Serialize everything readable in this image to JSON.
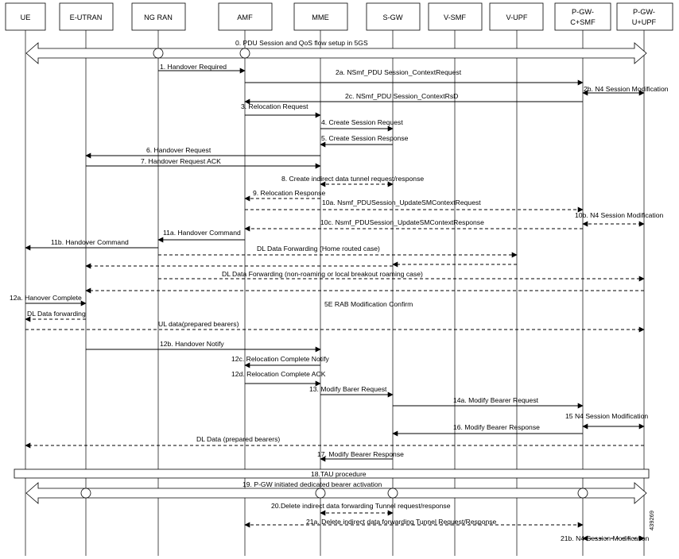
{
  "entities": [
    {
      "id": "ue",
      "lines": [
        "UE"
      ]
    },
    {
      "id": "eutran",
      "lines": [
        "E-UTRAN"
      ]
    },
    {
      "id": "ngran",
      "lines": [
        "NG RAN"
      ]
    },
    {
      "id": "amf",
      "lines": [
        "AMF"
      ]
    },
    {
      "id": "mme",
      "lines": [
        "MME"
      ]
    },
    {
      "id": "sgw",
      "lines": [
        "S-GW"
      ]
    },
    {
      "id": "vsmf",
      "lines": [
        "V-SMF"
      ]
    },
    {
      "id": "vupf",
      "lines": [
        "V-UPF"
      ]
    },
    {
      "id": "pgwc",
      "lines": [
        "P-GW-",
        "C+SMF"
      ]
    },
    {
      "id": "pgwu",
      "lines": [
        "P-GW-",
        "U+UPF"
      ]
    }
  ],
  "messages": [
    {
      "id": "m1",
      "from": "ngran",
      "to": "amf",
      "style": "solid",
      "label": "1. Handover Required"
    },
    {
      "id": "m2a",
      "from": "amf",
      "to": "pgwc",
      "style": "solid",
      "label": "2a. NSmf_PDU Session_ContextRequest"
    },
    {
      "id": "m2b",
      "from": "pgwc",
      "to": "pgwu",
      "style": "solid",
      "both": true,
      "label": "2b. N4 Session Modification"
    },
    {
      "id": "m2c",
      "from": "pgwc",
      "to": "amf",
      "style": "solid",
      "label": "2c. NSmf_PDU Session_ContextRsD"
    },
    {
      "id": "m3",
      "from": "amf",
      "to": "mme",
      "style": "solid",
      "label": "3. Relocation Request"
    },
    {
      "id": "m4",
      "from": "mme",
      "to": "sgw",
      "style": "solid",
      "label": "4. Create Session Request"
    },
    {
      "id": "m5",
      "from": "sgw",
      "to": "mme",
      "style": "solid",
      "label": "5. Create Session Response"
    },
    {
      "id": "m6",
      "from": "mme",
      "to": "eutran",
      "style": "solid",
      "label": "6. Handover Request"
    },
    {
      "id": "m7",
      "from": "eutran",
      "to": "mme",
      "style": "solid",
      "label": "7. Handover Request ACK"
    },
    {
      "id": "m8",
      "from": "mme",
      "to": "sgw",
      "style": "dashed",
      "both": true,
      "label": "8. Create indirect data tunnel request/response"
    },
    {
      "id": "m9",
      "from": "mme",
      "to": "amf",
      "style": "dashed",
      "label": "9. Relocation Response"
    },
    {
      "id": "m10a",
      "from": "amf",
      "to": "pgwc",
      "style": "dashed",
      "label": "10a. Nsmf_PDUSession_UpdateSMContextRequest"
    },
    {
      "id": "m10b",
      "from": "pgwc",
      "to": "pgwu",
      "style": "dashed",
      "both": true,
      "label": "10b. N4 Session Modification"
    },
    {
      "id": "m10c",
      "from": "pgwc",
      "to": "amf",
      "style": "dashed",
      "label": "10c. Nsmf_PDUSession_UpdateSMContextResponse"
    },
    {
      "id": "m11a",
      "from": "amf",
      "to": "ngran",
      "style": "solid",
      "label": "11a. Handover Command"
    },
    {
      "id": "m11b",
      "from": "ngran",
      "to": "ue",
      "style": "solid",
      "label": "11b. Handover Command"
    },
    {
      "id": "mdl1",
      "from": "ngran",
      "to": "vupf",
      "style": "dashed",
      "label": "DL Data Forwarding (Home routed case)"
    },
    {
      "id": "mdl1b",
      "from": "vupf",
      "to": "sgw",
      "style": "dashed",
      "label": ""
    },
    {
      "id": "mdl1c",
      "from": "sgw",
      "to": "eutran",
      "style": "dashed",
      "label": ""
    },
    {
      "id": "mdl2",
      "from": "ngran",
      "to": "pgwu",
      "style": "dashed",
      "label": "DL Data Forwarding (non-roaming or local breakout roaming case)"
    },
    {
      "id": "mdl2b",
      "from": "pgwu",
      "to": "eutran",
      "style": "dashed",
      "label": ""
    },
    {
      "id": "m12a",
      "from": "ue",
      "to": "eutran",
      "style": "solid",
      "label": "12a. Hanover Complete"
    },
    {
      "id": "mrab",
      "from": "",
      "to": "",
      "style": "none",
      "label": "5E RAB Modification Confirm"
    },
    {
      "id": "mdlf",
      "from": "eutran",
      "to": "ue",
      "style": "dashed",
      "label": "DL Data forwarding"
    },
    {
      "id": "mul",
      "from": "ue",
      "to": "pgwu",
      "style": "dashed",
      "label": "UL data(prepared bearers)"
    },
    {
      "id": "m12b",
      "from": "eutran",
      "to": "mme",
      "style": "solid",
      "label": "12b. Handover Notify"
    },
    {
      "id": "m12c",
      "from": "mme",
      "to": "amf",
      "style": "solid",
      "label": "12c. Relocation Complete Notify"
    },
    {
      "id": "m12d",
      "from": "amf",
      "to": "mme",
      "style": "solid",
      "label": "12d. Relocation Complete ACK"
    },
    {
      "id": "m13",
      "from": "mme",
      "to": "sgw",
      "style": "solid",
      "label": "13. Modify Barer Request"
    },
    {
      "id": "m14a",
      "from": "sgw",
      "to": "pgwc",
      "style": "solid",
      "label": "14a. Modify Bearer Request"
    },
    {
      "id": "m15",
      "from": "pgwc",
      "to": "pgwu",
      "style": "solid",
      "both": true,
      "label": "15 N4 Session Modification"
    },
    {
      "id": "m16",
      "from": "pgwc",
      "to": "sgw",
      "style": "solid",
      "label": "16. Modify Bearer Response"
    },
    {
      "id": "mdlp",
      "from": "pgwu",
      "to": "ue",
      "style": "dashed",
      "label": "DL Data (prepared bearers)"
    },
    {
      "id": "m17",
      "from": "sgw",
      "to": "mme",
      "style": "solid",
      "label": "17. Modify Bearer Response"
    },
    {
      "id": "m20",
      "from": "mme",
      "to": "sgw",
      "style": "dashed",
      "both": true,
      "label": "20.Delete indirect data forwarding Tunnel request/response"
    },
    {
      "id": "m21a",
      "from": "amf",
      "to": "pgwc",
      "style": "dashed",
      "both": true,
      "label": "21a. Delete indirect data forwarding Tunnel Request/Response"
    },
    {
      "id": "m21b",
      "from": "pgwc",
      "to": "pgwu",
      "style": "dashed",
      "both": true,
      "label": "21b. N4 Session Modification"
    }
  ],
  "pipes": [
    {
      "id": "p0",
      "label": "0. PDU Session and QoS flow setup in 5GS",
      "nodes": [
        "ngran",
        "amf"
      ]
    },
    {
      "id": "p19",
      "label": "19. P-GW initiated dedicated bearer activation",
      "nodes": [
        "eutran",
        "mme",
        "sgw",
        "pgwc"
      ]
    }
  ],
  "procedure": {
    "label": "18.TAU procedure"
  },
  "figure_id": "439269"
}
